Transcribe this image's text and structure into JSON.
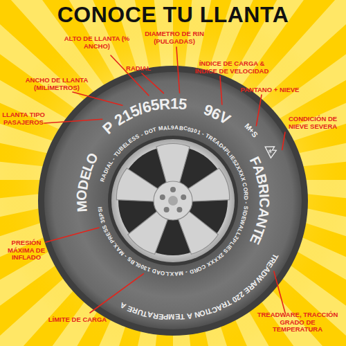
{
  "diagram": {
    "title": "CONOCE TU LLANTA",
    "labels": [
      "ALTO DE LLANTA (% ANCHO)",
      "RADIAL",
      "DIAMETRO DE RIN (PULGADAS)",
      "ÍNDICE DE CARGA & ÍNDICE DE VELOCIDAD",
      "PANTANO + NIEVE",
      "CONDICIÓN DE NIEVE SEVERA",
      "ANCHO DE LLANTA (MILÍMETROS)",
      "LLANTA TIPO PASAJEROS",
      "PRESIÓN MÁXIMA DE INFLADO",
      "LÍMITE DE CARGA",
      "TREADWARE, TRACCIÓN GRADO DE TEMPERATURA",
      "P 215/65R15",
      "96V",
      "M+S",
      "MODELO",
      "FABRICANTE",
      "RADIAL - TUBELESS - DOT MAL9ABC0301 - TREAD4PLIES2XXXX CORD - SIDEWALL2PLIES 2XXXX CORD - MAX.LOAD 1300LBS - MAX.PRESS 35PSI",
      "TREADWARE 220 TRACTION A TEMPERATURE A"
    ]
  }
}
